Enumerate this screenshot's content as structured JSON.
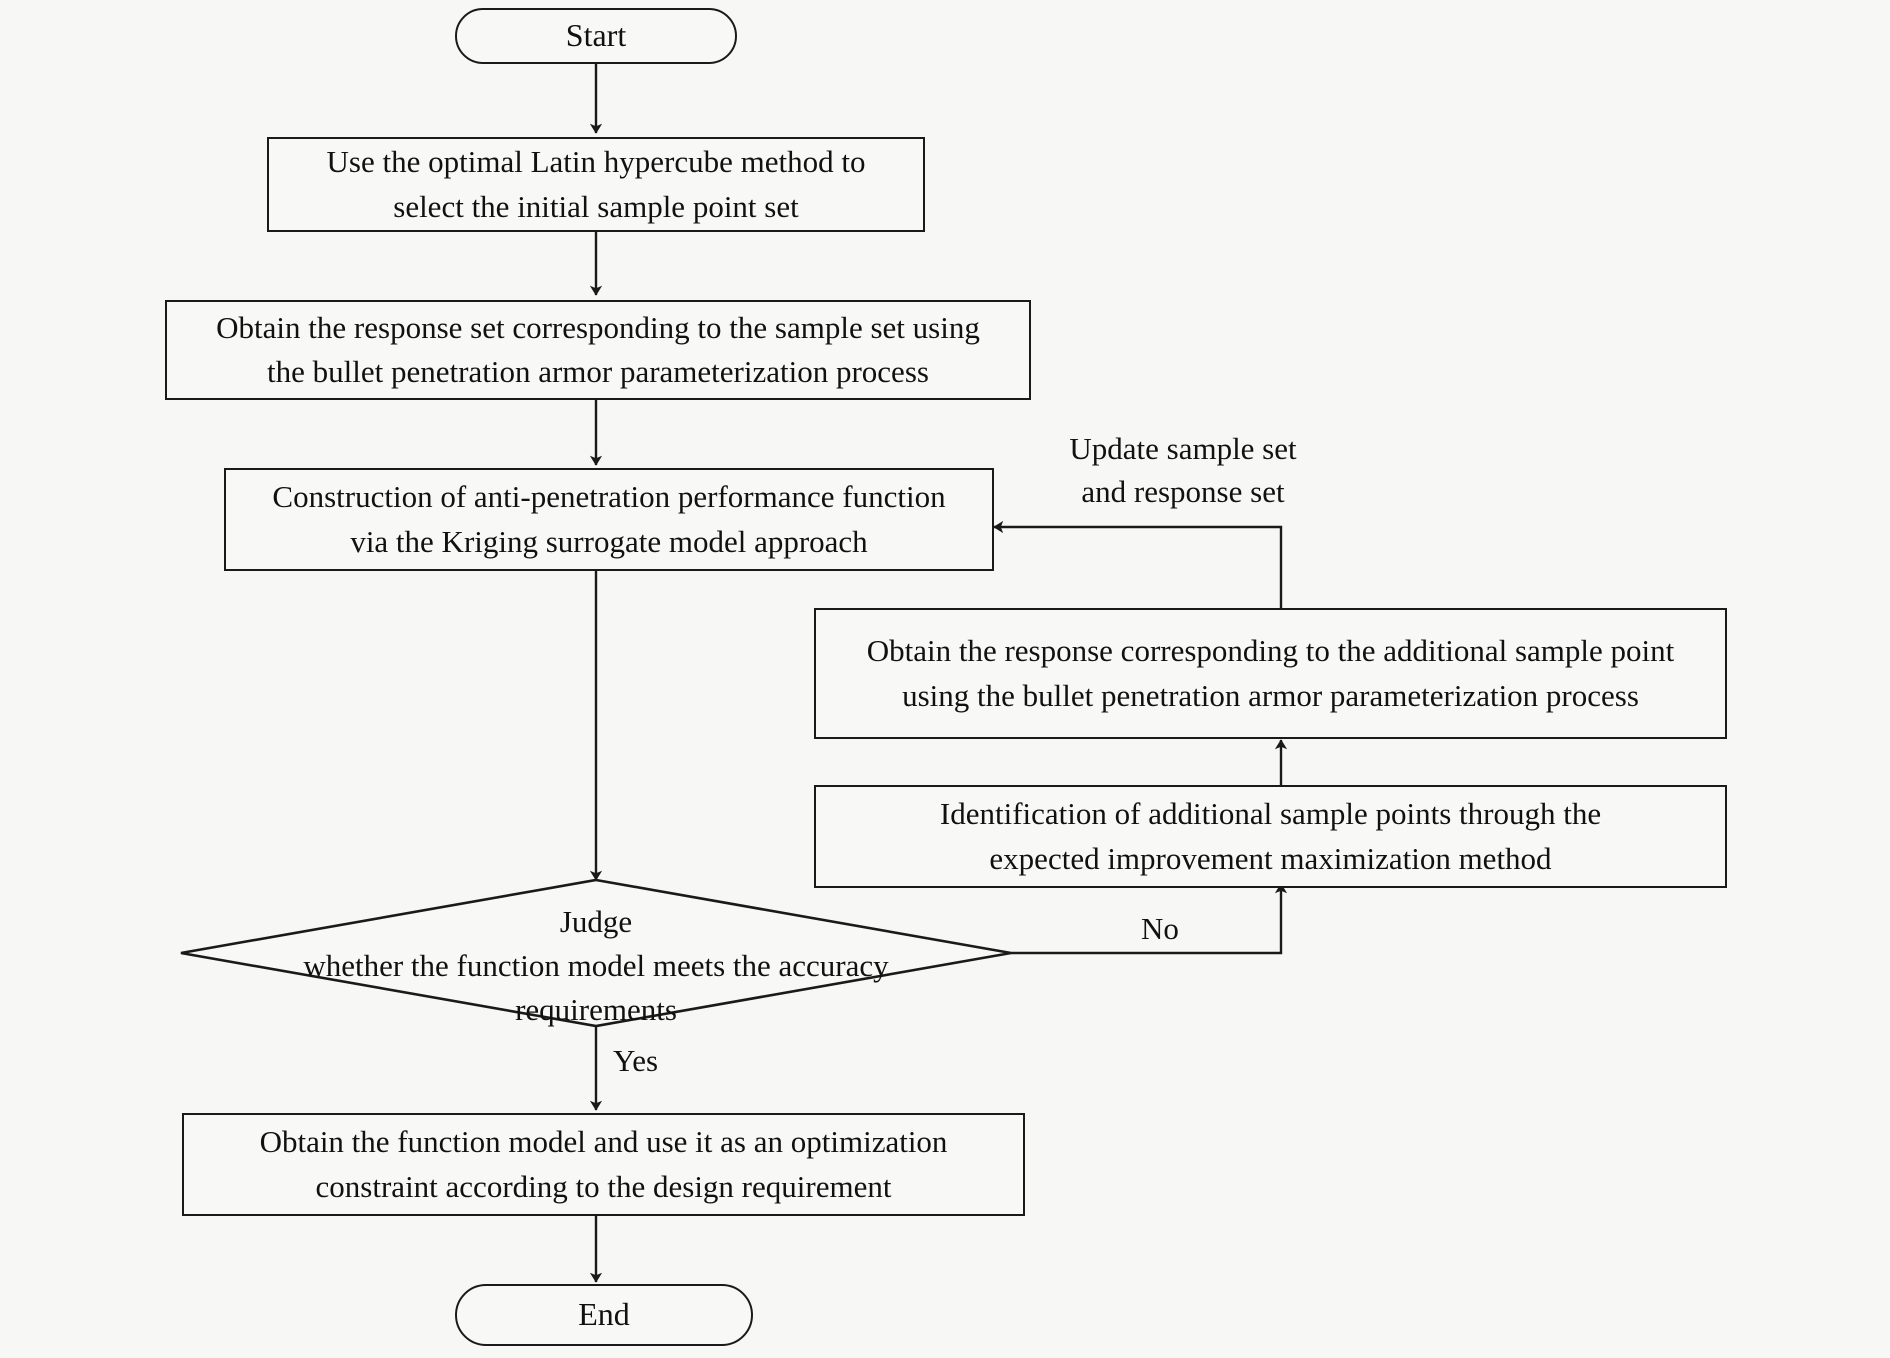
{
  "diagram": {
    "title": "Kriging surrogate model construction flowchart",
    "background_color": "#f7f7f5",
    "line_color": "#1a1a1a",
    "text_color": "#111111"
  },
  "nodes": {
    "start": {
      "label": "Start",
      "shape": "terminator"
    },
    "latin_hypercube": {
      "label": "Use the optimal Latin hypercube method to\nselect the initial sample point set",
      "shape": "process"
    },
    "response_set": {
      "label": "Obtain the response set corresponding to the sample set using\nthe bullet penetration armor parameterization process",
      "shape": "process"
    },
    "construction": {
      "label": "Construction of anti-penetration performance function\nvia the Kriging surrogate model approach",
      "shape": "process"
    },
    "additional_response": {
      "label": "Obtain the response corresponding to the additional sample point\nusing the bullet penetration armor parameterization process",
      "shape": "process"
    },
    "identification": {
      "label": "Identification of additional sample points through the\nexpected improvement maximization method",
      "shape": "process"
    },
    "judge": {
      "label": "Judge\nwhether the function model meets the accuracy\nrequirements",
      "shape": "decision"
    },
    "optimization_constraint": {
      "label": "Obtain the function model and use it as an optimization\nconstraint according to the design requirement",
      "shape": "process"
    },
    "end": {
      "label": "End",
      "shape": "terminator"
    }
  },
  "edge_labels": {
    "update": "Update sample set\nand response set",
    "no": "No",
    "yes": "Yes"
  }
}
